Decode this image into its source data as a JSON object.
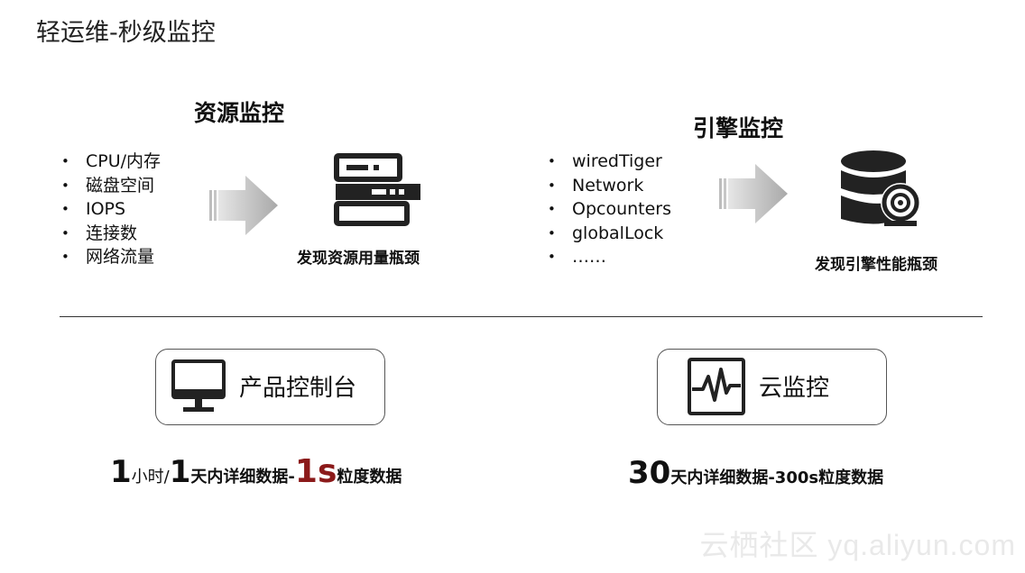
{
  "page": {
    "title": "轻运维-秒级监控"
  },
  "resource": {
    "title": "资源监控",
    "items": [
      "CPU/内存",
      "磁盘空间",
      "IOPS",
      "连接数",
      "网络流量"
    ],
    "caption": "发现资源用量瓶颈",
    "icon": "server-icon"
  },
  "engine": {
    "title": "引擎监控",
    "items": [
      "wiredTiger",
      "Network",
      "Opcounters",
      "globalLock",
      "……"
    ],
    "caption": "发现引擎性能瓶颈",
    "icon": "database-camera-icon"
  },
  "console": {
    "label": "产品控制台",
    "icon": "monitor-icon",
    "stat": {
      "n1": "1",
      "t1": "小时/",
      "n2": "1",
      "t2": "天内详细数据-",
      "n3": "1s",
      "t3": "粒度数据"
    }
  },
  "cloud": {
    "label": "云监控",
    "icon": "pulse-monitor-icon",
    "stat": {
      "n1": "30",
      "t1": "天内详细数据-300s粒度数据"
    }
  },
  "watermark": "云栖社区 yq.aliyun.com",
  "colors": {
    "accent": "#8b1a1a",
    "arrow": "#b5b5b5",
    "icon": "#222222"
  }
}
